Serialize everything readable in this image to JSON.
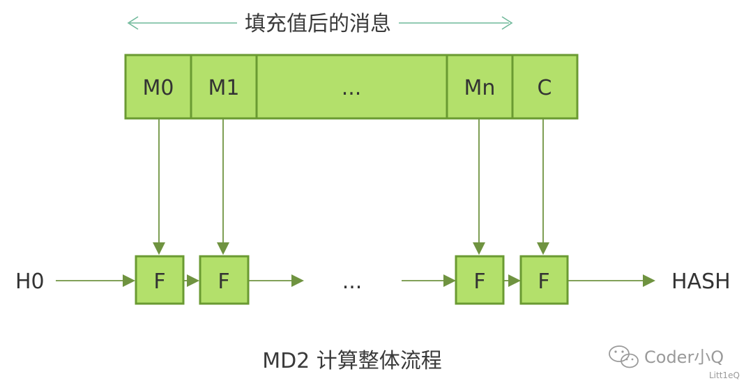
{
  "top_label": "填充值后的消息",
  "message_blocks": [
    "M0",
    "M1",
    "...",
    "Mn",
    "C"
  ],
  "f_blocks": [
    "F",
    "F",
    "F",
    "F"
  ],
  "middle_ellipsis": "...",
  "input_label": "H0",
  "output_label": "HASH",
  "caption": "MD2 计算整体流程",
  "watermark": {
    "name": "Coder小Q",
    "sub": "Litt1eQ"
  },
  "colors": {
    "block_fill": "#b3e06b",
    "block_border": "#6a9a32",
    "arrow": "#6f9340",
    "top_arrow": "#6fb99a"
  }
}
